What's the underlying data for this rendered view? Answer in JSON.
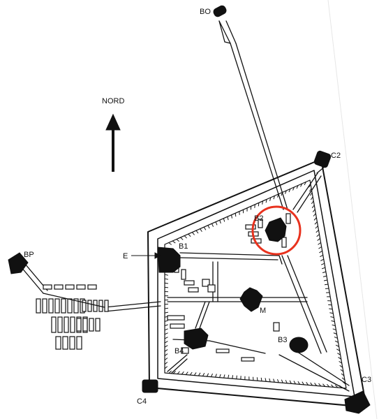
{
  "diagram": {
    "north_label": "NORD",
    "labels": {
      "bo": "BO",
      "c2": "C2",
      "b2": "B2",
      "bp": "BP",
      "e": "E",
      "b1": "B1",
      "m": "M",
      "b3": "B3",
      "b4": "B4",
      "c3": "C3",
      "c4": "C4"
    },
    "highlight_color": "#e8321e",
    "ink_color": "#111111"
  }
}
